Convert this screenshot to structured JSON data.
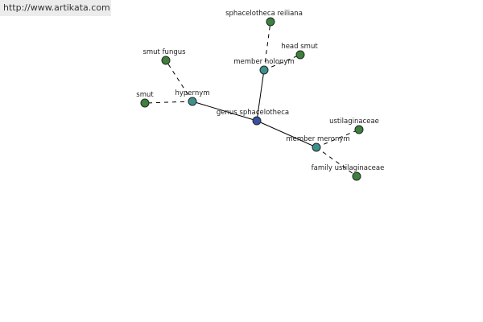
{
  "header": {
    "url": "http://www.artikata.com"
  },
  "colors": {
    "center": "#3b4fa3",
    "relation": "#3f8f8f",
    "leaf": "#3f7f3f",
    "edge": "#000000",
    "banner_bg": "#ececec"
  },
  "graph": {
    "nodes": [
      {
        "id": "center",
        "label": "genus sphacelotheca",
        "kind": "center"
      },
      {
        "id": "hypernym",
        "label": "hypernym",
        "kind": "relation"
      },
      {
        "id": "holonym",
        "label": "member holonym",
        "kind": "relation"
      },
      {
        "id": "meronym",
        "label": "member meronym",
        "kind": "relation"
      },
      {
        "id": "smut",
        "label": "smut",
        "kind": "leaf"
      },
      {
        "id": "smutfungus",
        "label": "smut fungus",
        "kind": "leaf"
      },
      {
        "id": "reiliana",
        "label": "sphacelotheca reiliana",
        "kind": "leaf"
      },
      {
        "id": "headsmut",
        "label": "head smut",
        "kind": "leaf"
      },
      {
        "id": "ustilaginaceae",
        "label": "ustilaginaceae",
        "kind": "leaf"
      },
      {
        "id": "familyust",
        "label": "family ustilaginaceae",
        "kind": "leaf"
      }
    ],
    "edges": [
      {
        "from": "center",
        "to": "hypernym",
        "style": "solid"
      },
      {
        "from": "center",
        "to": "holonym",
        "style": "solid"
      },
      {
        "from": "center",
        "to": "meronym",
        "style": "solid"
      },
      {
        "from": "hypernym",
        "to": "smut",
        "style": "dashed"
      },
      {
        "from": "hypernym",
        "to": "smutfungus",
        "style": "dashed"
      },
      {
        "from": "holonym",
        "to": "reiliana",
        "style": "dashed"
      },
      {
        "from": "holonym",
        "to": "headsmut",
        "style": "dashed"
      },
      {
        "from": "meronym",
        "to": "ustilaginaceae",
        "style": "dashed"
      },
      {
        "from": "meronym",
        "to": "familyust",
        "style": "dashed"
      }
    ]
  }
}
